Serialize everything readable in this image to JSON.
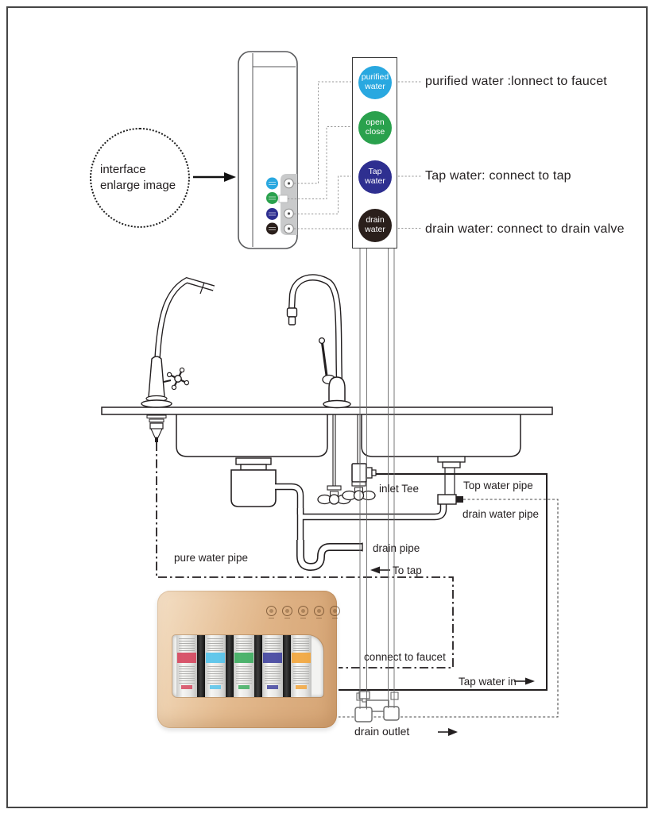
{
  "interface_note": "interface\nenlarge image",
  "legend": {
    "buttons": [
      {
        "label": "purified\nwater",
        "color": "#29a8e0"
      },
      {
        "label": "open\nclose",
        "color": "#2aa14d"
      },
      {
        "label": "Tap\nwater",
        "color": "#2e2f90"
      },
      {
        "label": "drain\nwater",
        "color": "#2a1f1b"
      }
    ],
    "annotations": [
      "purified water :lonnect to faucet",
      "Tap water: connect to tap",
      "drain water: connect to drain valve"
    ]
  },
  "diagram_labels": {
    "inlet_tee": "inlet Tee",
    "top_water_pipe": "Top water pipe",
    "drain_water_pipe": "drain water pipe",
    "drain_pipe": "drain pipe",
    "pure_water_pipe": "pure water pipe",
    "to_tap": "To tap",
    "connect_to_faucet": "connect to faucet",
    "tap_water_in": "Tap water in",
    "drain_outlet": "drain outlet"
  },
  "unit": {
    "cartridge_colors": [
      "#d6485f",
      "#56c3ea",
      "#3fae62",
      "#4345a0",
      "#f2a63d"
    ]
  }
}
